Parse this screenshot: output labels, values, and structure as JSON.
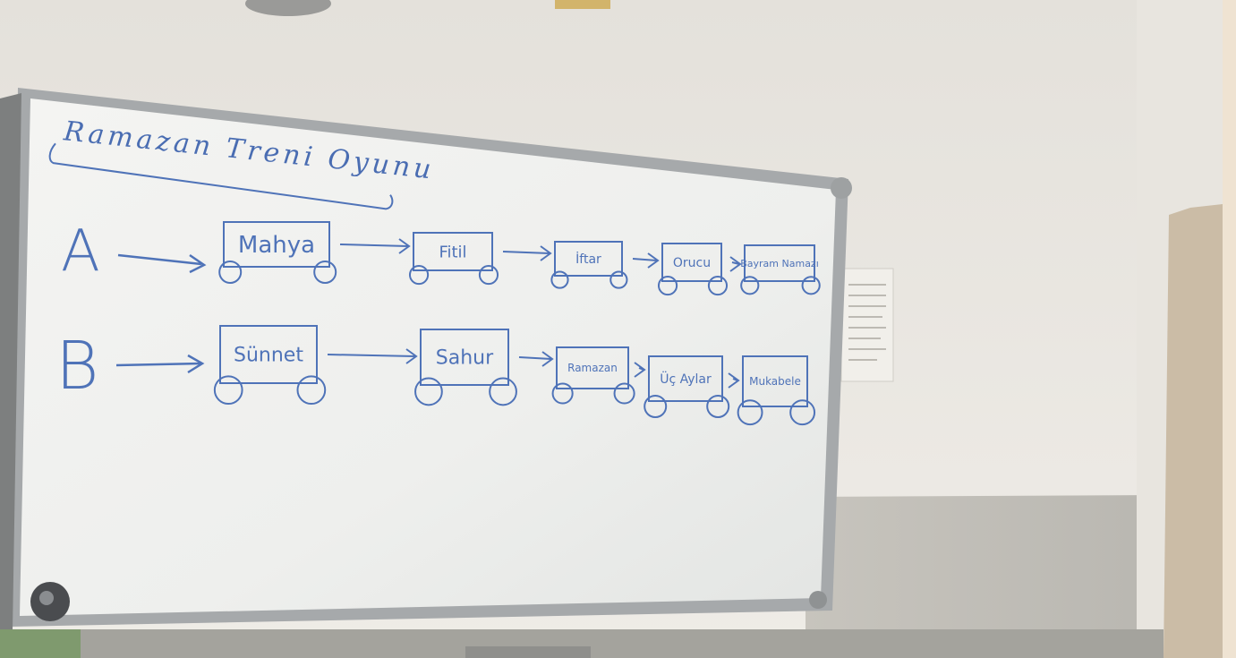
{
  "board": {
    "title": "Ramazan Treni Oyunu",
    "ink_color": "#4f73b8"
  },
  "trains": [
    {
      "label": "A",
      "cars": [
        "Mahya",
        "Fitil",
        "İftar",
        "Orucu",
        "Bayram Namazı"
      ]
    },
    {
      "label": "B",
      "cars": [
        "Sünnet",
        "Sahur",
        "Ramazan",
        "Üç Aylar",
        "Mukabele"
      ]
    }
  ],
  "colors": {
    "wall_upper": "#ebe8e2",
    "wall_lower": "#c9c6bf",
    "board_surface": "#f1f2f0",
    "board_frame": "#9da0a3",
    "door_frame": "#c8b9a2"
  }
}
